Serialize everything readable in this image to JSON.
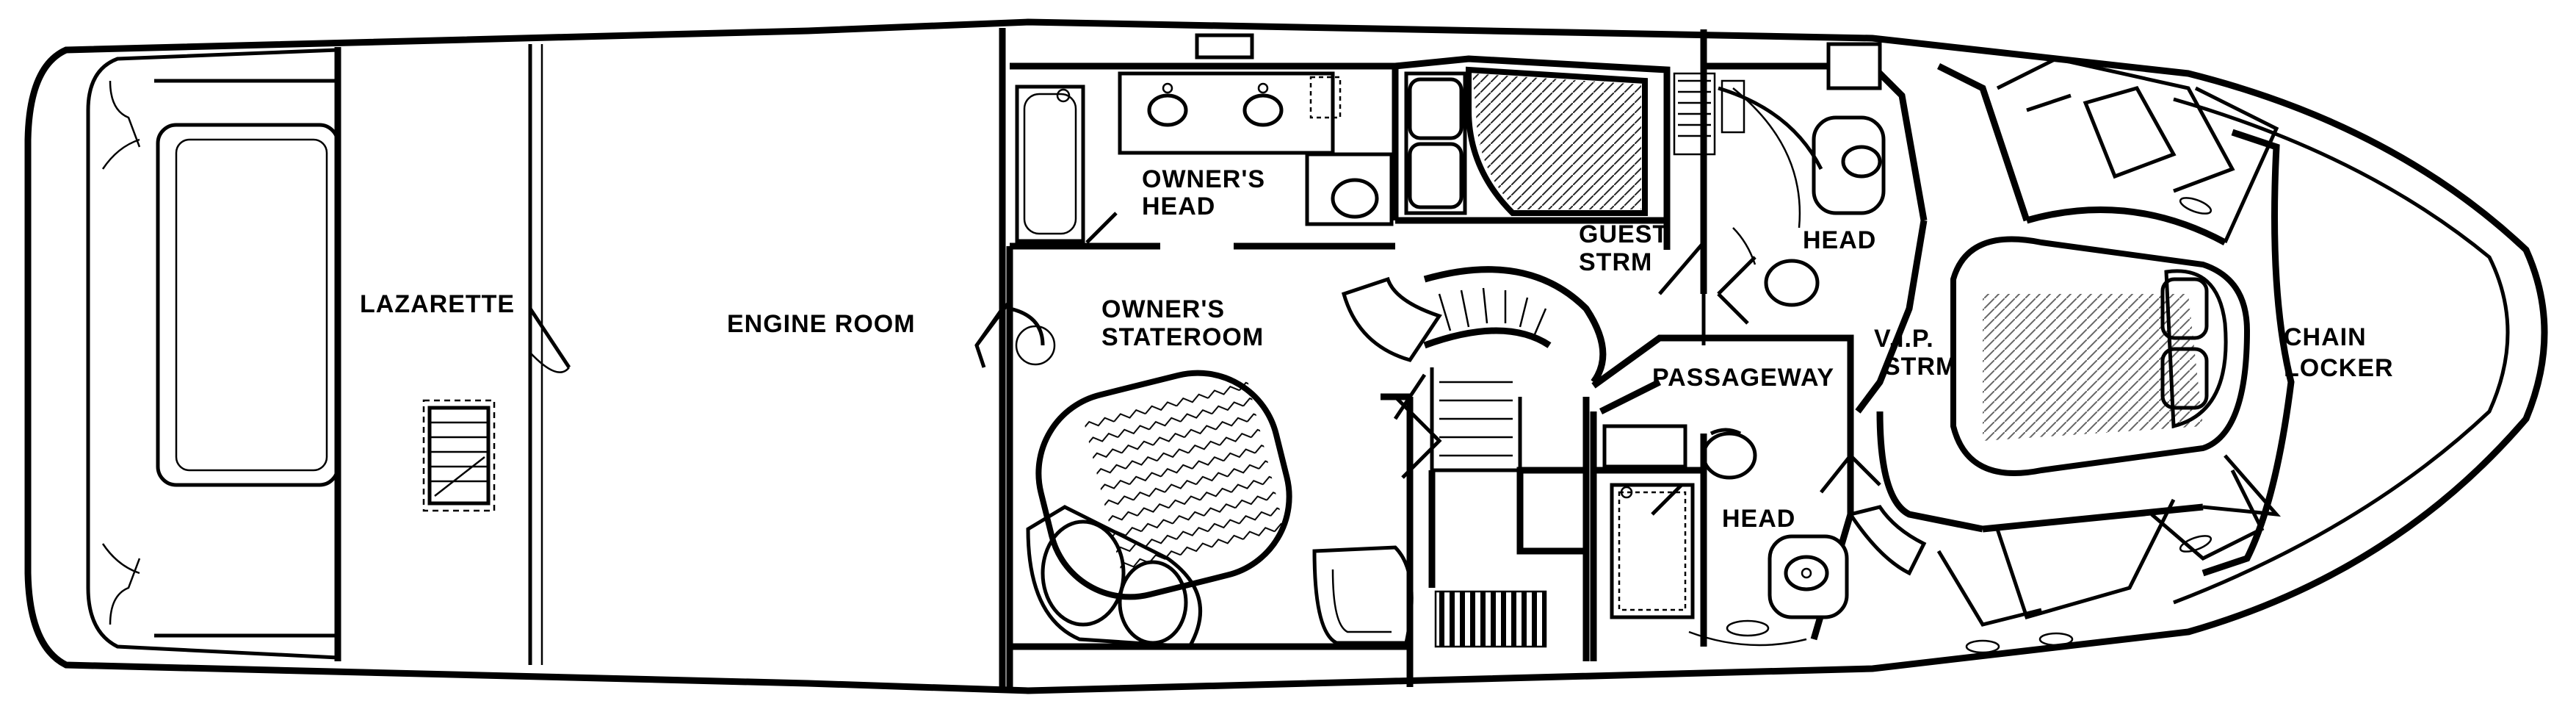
{
  "labels": {
    "lazarette": "LAZARETTE",
    "engine_room": "ENGINE ROOM",
    "owners_head_line1": "OWNER'S",
    "owners_head_line2": "HEAD",
    "owners_stateroom_line1": "OWNER'S",
    "owners_stateroom_line2": "STATEROOM",
    "guest_strm_line1": "GUEST",
    "guest_strm_line2": "STRM",
    "head_upper": "HEAD",
    "passageway": "PASSAGEWAY",
    "head_lower": "HEAD",
    "vip_strm_line1": "V.I.P.",
    "vip_strm_line2": "STRM",
    "chain_locker_line1": "CHAIN",
    "chain_locker_line2": "LOCKER"
  }
}
